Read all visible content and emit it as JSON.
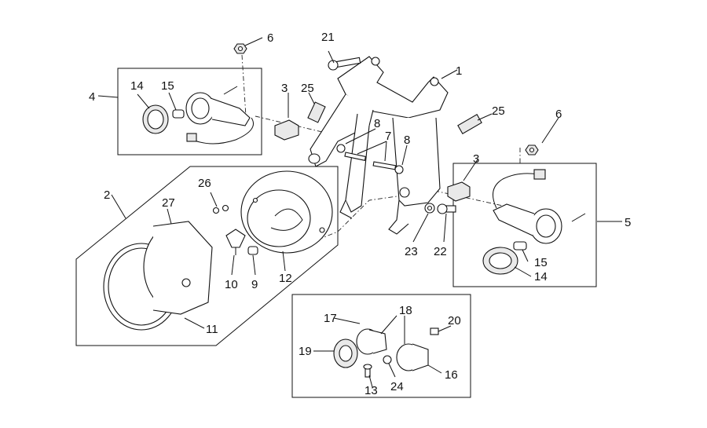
{
  "diagram": {
    "labels": {
      "l1": "1",
      "l2": "2",
      "l3a": "3",
      "l3b": "3",
      "l4": "4",
      "l5": "5",
      "l6a": "6",
      "l6b": "6",
      "l7": "7",
      "l8a": "8",
      "l8b": "8",
      "l9": "9",
      "l10": "10",
      "l11": "11",
      "l12": "12",
      "l13": "13",
      "l14a": "14",
      "l14b": "14",
      "l15a": "15",
      "l15b": "15",
      "l16": "16",
      "l17": "17",
      "l18": "18",
      "l19": "19",
      "l20": "20",
      "l21": "21",
      "l22": "22",
      "l23": "23",
      "l24": "24",
      "l25a": "25",
      "l25b": "25",
      "l26": "26",
      "l27": "27"
    }
  }
}
